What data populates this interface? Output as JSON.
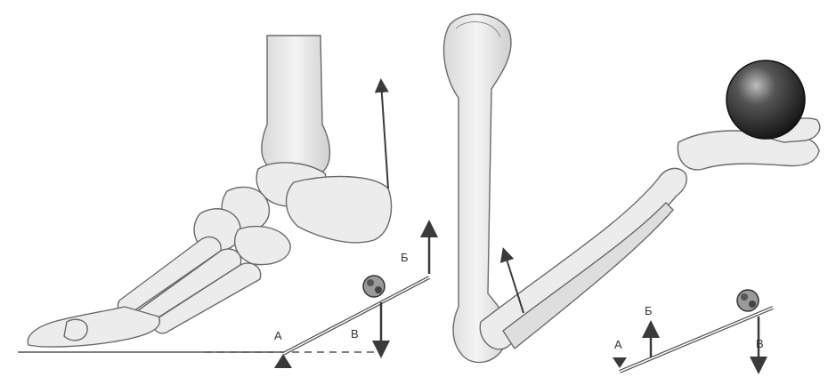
{
  "colors": {
    "bone_fill": "#ececec",
    "bone_shade": "#cfcfcf",
    "outline": "#6a6a6a",
    "arrow": "#3a3a3a",
    "ball": "#2c2c2c",
    "ground": "#555555"
  },
  "foot_lever": {
    "labels": {
      "fulcrum": "А",
      "effort": "Б",
      "load": "В"
    }
  },
  "arm_lever": {
    "labels": {
      "fulcrum": "А",
      "effort": "Б",
      "load": "В"
    }
  }
}
